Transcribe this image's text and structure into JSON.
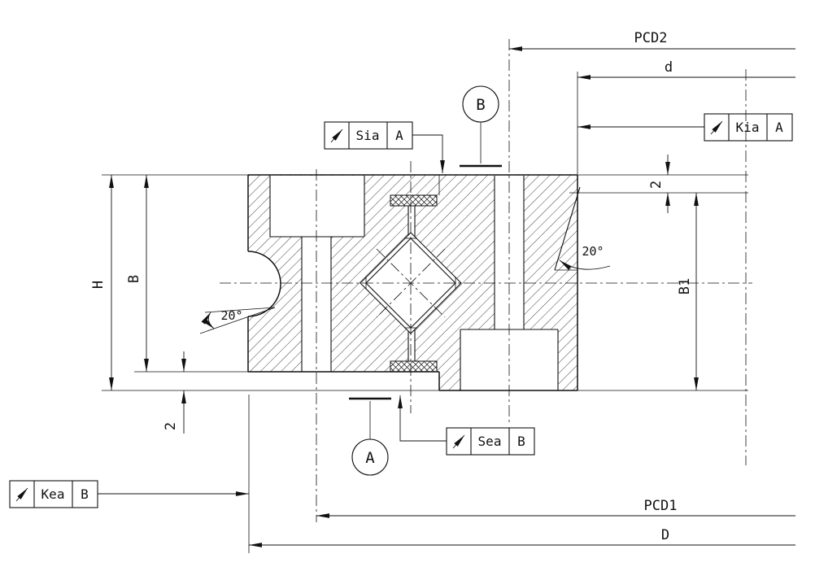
{
  "drawing": {
    "type": "slewing-bearing-cross-section",
    "colors": {
      "line": "#111111",
      "background": "#ffffff"
    },
    "dims": {
      "pcd2": "PCD2",
      "bore": "d",
      "pcd1": "PCD1",
      "outer_diameter": "D",
      "total_height": "H",
      "ring_height": "B",
      "inner_ring_height": "B1",
      "offset_top": "2",
      "offset_bottom": "2",
      "angle_left": "20°",
      "angle_right": "20°"
    },
    "datum_circles": {
      "a": "A",
      "b": "B"
    },
    "fcf": {
      "sia": {
        "symbol": "circular-runout",
        "value": "Sia",
        "datum": "A"
      },
      "kia": {
        "symbol": "circular-runout",
        "value": "Kia",
        "datum": "A"
      },
      "sea": {
        "symbol": "circular-runout",
        "value": "Sea",
        "datum": "B"
      },
      "kea": {
        "symbol": "circular-runout",
        "value": "Kea",
        "datum": "B"
      }
    }
  }
}
